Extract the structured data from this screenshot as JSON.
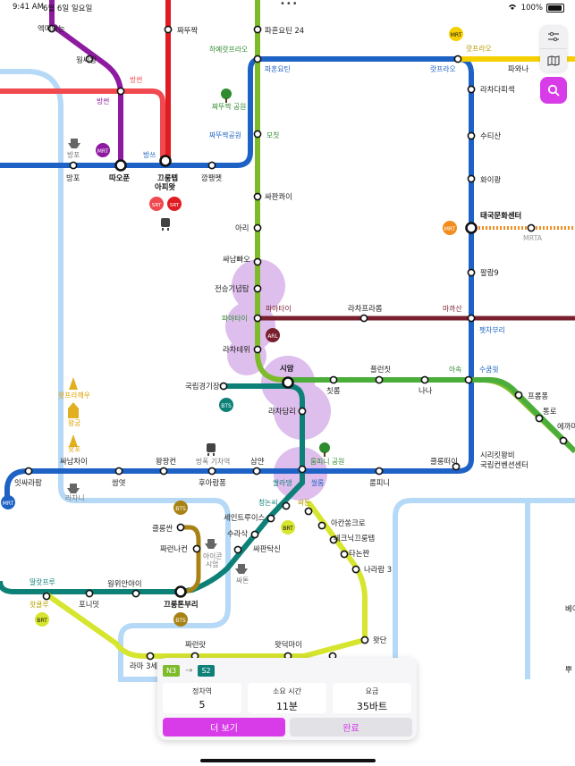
{
  "status_bar": {
    "time": "9:41 AM",
    "date": "6월 6일 일요일",
    "battery": "100%"
  },
  "stations": {
    "s01": "엑띠와는",
    "s02": "웡씨왕",
    "s03": "방썬",
    "s04": "방썬",
    "s05": "짜뚜짝",
    "s06": "파혼요틴 24",
    "s07": "하예랏프라오",
    "s08": "랏프라오",
    "s09": "파와나",
    "s10": "랏프라오",
    "s11": "파혼요틴",
    "s12": "라차다피섹",
    "s13": "짜뚜짝 공원",
    "s14": "짜뚜짝공원",
    "s15": "모칫",
    "s16": "수티산",
    "s17": "방포",
    "s18": "방쓰",
    "s19": "방포",
    "s20": "따오푼",
    "s21": "끄룽텝",
    "s22": "아피왓",
    "s23": "깜팽펫",
    "s24": "화이쾅",
    "s25": "싸판콰이",
    "s26": "태국문화센터",
    "s27": "MRTA",
    "s28": "아리",
    "s29": "팔람9",
    "s30": "싸남빠오",
    "s31": "전승기념탑",
    "s32": "파야타이",
    "s33": "파야타이",
    "s34": "라차프라롭",
    "s35": "마까산",
    "s36": "펫차부리",
    "s37": "라차테위",
    "s38": "시암",
    "s39": "플런칫",
    "s40": "아속",
    "s41": "수쿰윗",
    "s42": "국립경기장",
    "s43": "칫롬",
    "s44": "나나",
    "s45": "프롬퐁",
    "s46": "통로",
    "s47": "에까마이",
    "s48": "라차담리",
    "s49": "왓프라깨우",
    "s50": "왕궁",
    "s51": "왓포",
    "s52": "싸남차이",
    "s53": "왕팡컨",
    "s54": "방폭 기차역",
    "s55": "삼얀",
    "s56": "룸피니 공원",
    "s57": "시리킷왕비",
    "s58": "국립컨벤션센터",
    "s59": "잇싸라팝",
    "s60": "쌈엿",
    "s61": "후아람퐁",
    "s62": "쌀라댕",
    "s63": "씰롬",
    "s64": "클롱떠이",
    "s65": "라차니",
    "s66": "룸피니",
    "s67": "청논씨",
    "s68": "싸톤",
    "s69": "세인트루이스",
    "s70": "아칸쏭크로",
    "s71": "클롱싼",
    "s72": "수라삭",
    "s73": "테크닉끄룽텝",
    "s74": "짜런나컨",
    "s75": "싸판탁신",
    "s76": "아이콘",
    "s77": "시엄",
    "s78": "타논짠",
    "s79": "나라람 3",
    "s80": "싸톤",
    "s81": "딸랏프루",
    "s82": "웡위안야이",
    "s83": "포니밋",
    "s84": "끄룽톤부리",
    "s85": "왓클루",
    "s86": "왓단",
    "s87": "짜런랏",
    "s88": "왓덕마이",
    "s89": "라마 3세",
    "s90": "베이",
    "s91": "뿌"
  },
  "badges": {
    "mrt": "MRT",
    "srt": "SRT",
    "arl": "ARL",
    "bts": "BTS",
    "brt": "BRT"
  },
  "route_card": {
    "from_code": "N3",
    "to_code": "S2",
    "stops_label": "정차역",
    "stops_value": "5",
    "time_label": "소요 시간",
    "time_value": "11분",
    "fare_label": "요금",
    "fare_value": "35바트",
    "detail_button": "더 보기",
    "done_button": "완료"
  },
  "colors": {
    "accent": "#d83be8",
    "blue_line": "#1d62c4",
    "light_green": "#7dbb2a",
    "green_line": "#4cae3a",
    "purple_line": "#8e1aa0",
    "red_line": "#e11b22",
    "pink_line": "#f0494f",
    "airport_link": "#7a1f2e",
    "bts_gold": "#a88214",
    "teal_line": "#0d8078",
    "yellow_line": "#f5d000",
    "lime_line": "#d6e52e",
    "boat_line": "#b5d9f7",
    "orange_line": "#f28c1c",
    "highlight": "#d9b3ea"
  }
}
